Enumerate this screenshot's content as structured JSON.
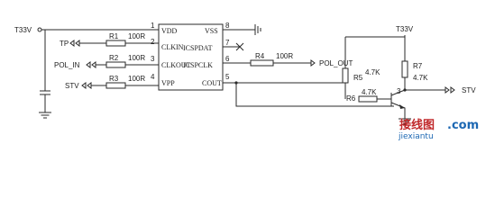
{
  "nets": {
    "supply_left": "T33V",
    "supply_right": "T33V",
    "tp": "TP",
    "pol_in": "POL_IN",
    "stv_left": "STV",
    "pol_out": "POL_OUT",
    "stv_right": "STV"
  },
  "ic": {
    "pins_left": [
      {
        "num": "1",
        "name": "VDD"
      },
      {
        "num": "2",
        "name": "CLKIN"
      },
      {
        "num": "3",
        "name": "CLKOUT"
      },
      {
        "num": "4",
        "name": "VPP"
      }
    ],
    "pins_right": [
      {
        "num": "8",
        "name": "VSS"
      },
      {
        "num": "7",
        "name": "ICSPDAT"
      },
      {
        "num": "6",
        "name": "ICSPCLK"
      },
      {
        "num": "5",
        "name": "COUT"
      }
    ]
  },
  "resistors": {
    "r1": {
      "ref": "R1",
      "value": "100R"
    },
    "r2": {
      "ref": "R2",
      "value": "100R"
    },
    "r3": {
      "ref": "R3",
      "value": "100R"
    },
    "r4": {
      "ref": "R4",
      "value": "100R"
    },
    "r5": {
      "ref": "R5",
      "value": "4.7K"
    },
    "r6": {
      "ref": "R6",
      "value": "4.7K"
    },
    "r7": {
      "ref": "R7",
      "value": "4.7K"
    }
  },
  "transistor": {
    "ref": "3"
  },
  "watermark": {
    "brand": "接线图",
    "domain": ".com",
    "site": "jiexiantu"
  }
}
